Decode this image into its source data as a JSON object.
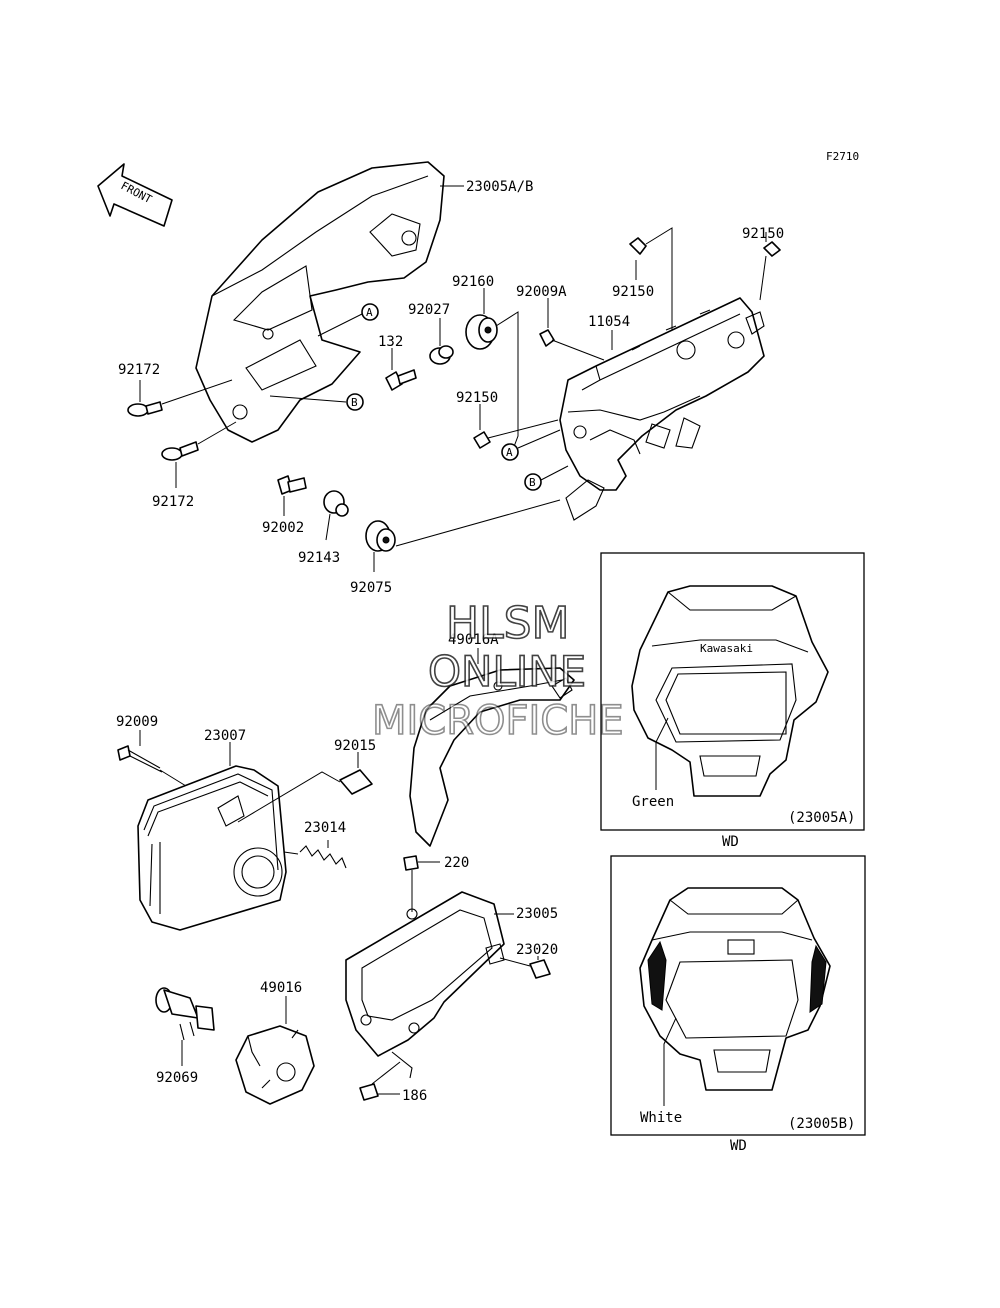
{
  "figure_code": "F2710",
  "front_arrow": "FRONT",
  "watermark": {
    "line1": "HLSM",
    "line2": "ONLINE",
    "line3": "MICROFICHE"
  },
  "labels": {
    "p23005ab": "23005A/B",
    "p92150_a": "92150",
    "p92150_b": "92150",
    "p92160": "92160",
    "p92009a": "92009A",
    "p11054": "11054",
    "p92027": "92027",
    "p132": "132",
    "p92172_a": "92172",
    "p92172_b": "92172",
    "p92150_c": "92150",
    "p92002": "92002",
    "p92143": "92143",
    "p92075": "92075",
    "p49016a": "49016A",
    "p92009": "92009",
    "p23007": "23007",
    "p92015": "92015",
    "p23014": "23014",
    "p220": "220",
    "p23005": "23005",
    "p23020": "23020",
    "p49016": "49016",
    "p92069": "92069",
    "p186": "186"
  },
  "refs": {
    "a": "A",
    "b": "B"
  },
  "inset_a": {
    "brand": "Kawasaki",
    "wire": "Green",
    "code": "(23005A)",
    "caption": "WD"
  },
  "inset_b": {
    "wire": "White",
    "code": "(23005B)",
    "caption": "WD"
  }
}
